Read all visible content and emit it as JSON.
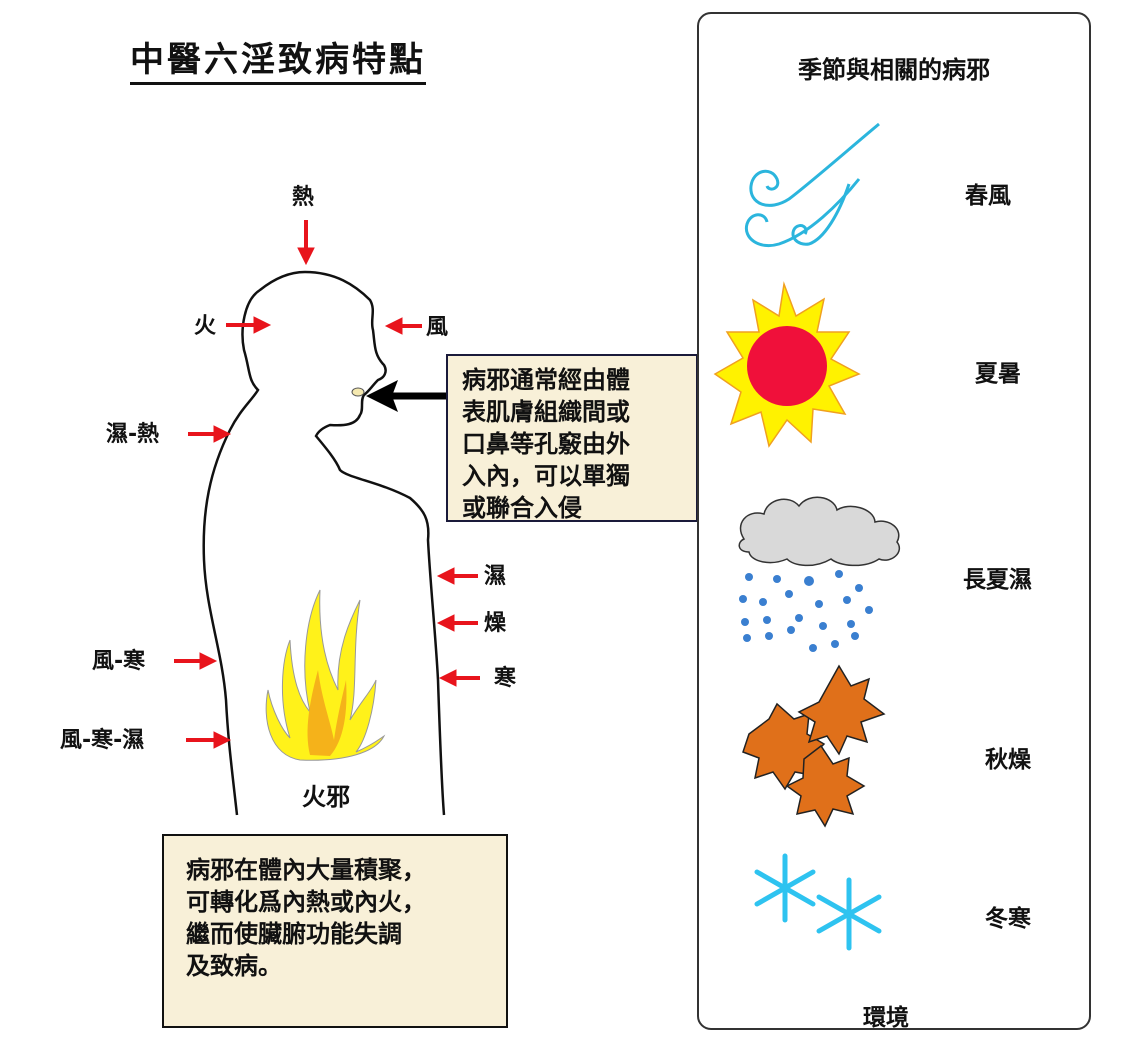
{
  "title": "中醫六淫致病特點",
  "body_diagram": {
    "labels": {
      "top_heat": "熱",
      "fire": "火",
      "wind": "風",
      "damp_heat": "濕-熱",
      "damp": "濕",
      "dryness": "燥",
      "cold": "寒",
      "wind_cold": "風-寒",
      "wind_cold_damp": "風-寒-濕",
      "fire_evil": "火邪"
    },
    "arrow_color": "#e8141c",
    "flame_colors": {
      "outer": "#fff21a",
      "inner": "#f5b21a"
    }
  },
  "notes": {
    "entry_note": [
      "病邪通常經由體",
      "表肌膚組織間或",
      "口鼻等孔竅由外",
      "入內，可以單獨",
      "或聯合入侵"
    ],
    "internal_note": [
      "病邪在體內大量積聚，",
      "可轉化爲內熱或內火，",
      "繼而使臟腑功能失調",
      "及致病。"
    ]
  },
  "seasons_panel": {
    "title": "季節與相關的病邪",
    "items": [
      {
        "icon": "wind-icon",
        "label": "春風"
      },
      {
        "icon": "sun-icon",
        "label": "夏暑"
      },
      {
        "icon": "rain-cloud-icon",
        "label": "長夏濕"
      },
      {
        "icon": "dry-leaves-icon",
        "label": "秋燥"
      },
      {
        "icon": "snowflake-icon",
        "label": "冬寒"
      }
    ],
    "footer": "環境"
  },
  "colors": {
    "note_bg": "#f8f0d8",
    "wind": "#2bb5dd",
    "sun_core": "#f0103a",
    "sun_rays": "#fff200",
    "cloud": "#d9d9d9",
    "rain": "#3a7fd0",
    "leaves": "#e0701a",
    "snow": "#2ec3f0"
  }
}
